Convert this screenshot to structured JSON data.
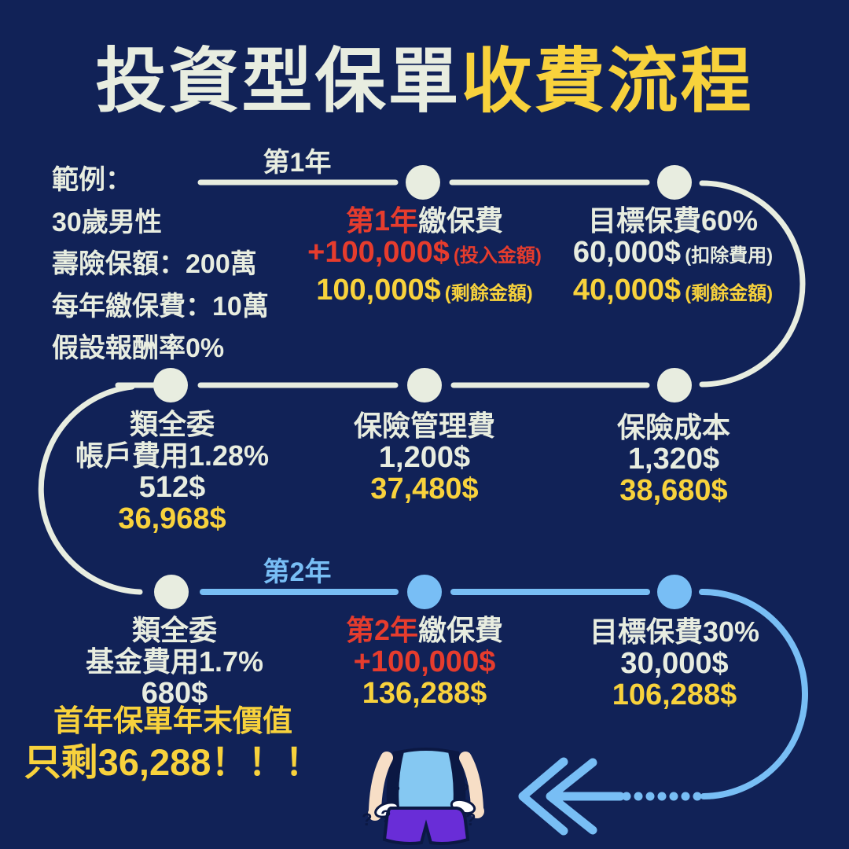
{
  "title": {
    "part1": "投資型保單",
    "part2": "收費流程"
  },
  "example": {
    "lines": [
      "範例：",
      "30歲男性",
      "壽險保額：200萬",
      "每年繳保費：10萬",
      "假設報酬率0%"
    ]
  },
  "year1": {
    "label": "第1年",
    "premium_node": {
      "title_highlight": "第1年",
      "title_rest": "繳保費",
      "invest_amount": "+100,000$",
      "invest_note": "(投入金額)",
      "remain_amount": "100,000$",
      "remain_note": "(剩餘金額)"
    },
    "target_node": {
      "title": "目標保費60%",
      "deduct_amount": "60,000$",
      "deduct_note": "(扣除費用)",
      "remain_amount": "40,000$",
      "remain_note": "(剩餘金額)"
    }
  },
  "year1_fees": {
    "discretionary_node": {
      "line1": "類全委",
      "line2": "帳戶費用1.28%",
      "fee": "512$",
      "remaining": "36,968$"
    },
    "management_node": {
      "line1": "保險管理費",
      "fee": "1,200$",
      "remaining": "37,480$"
    },
    "cost_node": {
      "line1": "保險成本",
      "fee": "1,320$",
      "remaining": "38,680$"
    }
  },
  "year2": {
    "label": "第2年",
    "fund_node": {
      "line1": "類全委",
      "line2": "基金費用1.7%",
      "fee": "680$"
    },
    "premium_node": {
      "title_highlight": "第2年",
      "title_rest": "繳保費",
      "invest_amount": "+100,000$",
      "total": "136,288$"
    },
    "target_node": {
      "title": "目標保費30%",
      "deduct_amount": "30,000$",
      "remaining": "106,288$"
    }
  },
  "conclusion": {
    "line1": "首年保單年末價值",
    "line2": "只剩36,288！！！"
  },
  "icons": {
    "person": "empty-pockets-person",
    "arrow": "double-chevron-left-arrow"
  },
  "colors": {
    "background": "#112257",
    "cream": "#E8EDE0",
    "yellow": "#F8D23C",
    "red": "#E63C2D",
    "light_blue": "#78BEF5",
    "shirt_blue": "#85C8F2",
    "purple": "#692DD7",
    "skin": "#F7DEC6",
    "outline": "#0B1843"
  }
}
